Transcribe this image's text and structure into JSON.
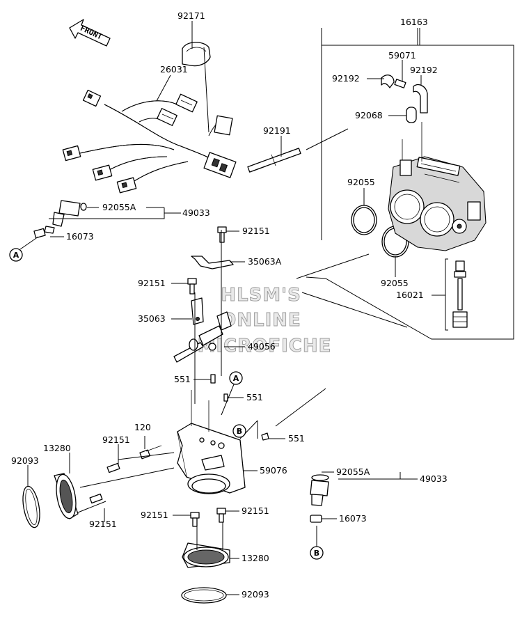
{
  "watermark": {
    "line1": "HLSM'S",
    "line2": "ONLINE",
    "line3": "MICROFICHE"
  },
  "direction_arrow": "FRONT",
  "part_numbers": {
    "p92171": "92171",
    "p26031": "26031",
    "p16163": "16163",
    "p59071": "59071",
    "p92192_left": "92192",
    "p92192_right": "92192",
    "p92068": "92068",
    "p92191": "92191",
    "p92055_upper": "92055",
    "p92055A_upper": "92055A",
    "p49033_upper": "49033",
    "p16073_upper": "16073",
    "p92151_a": "92151",
    "p35063A": "35063A",
    "p92151_b": "92151",
    "p92055_lower": "92055",
    "p16021": "16021",
    "p35063": "35063",
    "p49056": "49056",
    "p551_a": "551",
    "p551_b": "551",
    "p551_c": "551",
    "p120": "120",
    "p13280_upper": "13280",
    "p92151_c": "92151",
    "p92093_left": "92093",
    "p59076": "59076",
    "p92151_d": "92151",
    "p92055A_lower": "92055A",
    "p49033_lower": "49033",
    "p92151_e": "92151",
    "p92151_f": "92151",
    "p16073_lower": "16073",
    "p13280_lower": "13280",
    "p92093_bottom": "92093"
  },
  "reference_markers": {
    "a_left": "A",
    "a_mid": "A",
    "b_mid": "B",
    "b_bottom": "B"
  }
}
